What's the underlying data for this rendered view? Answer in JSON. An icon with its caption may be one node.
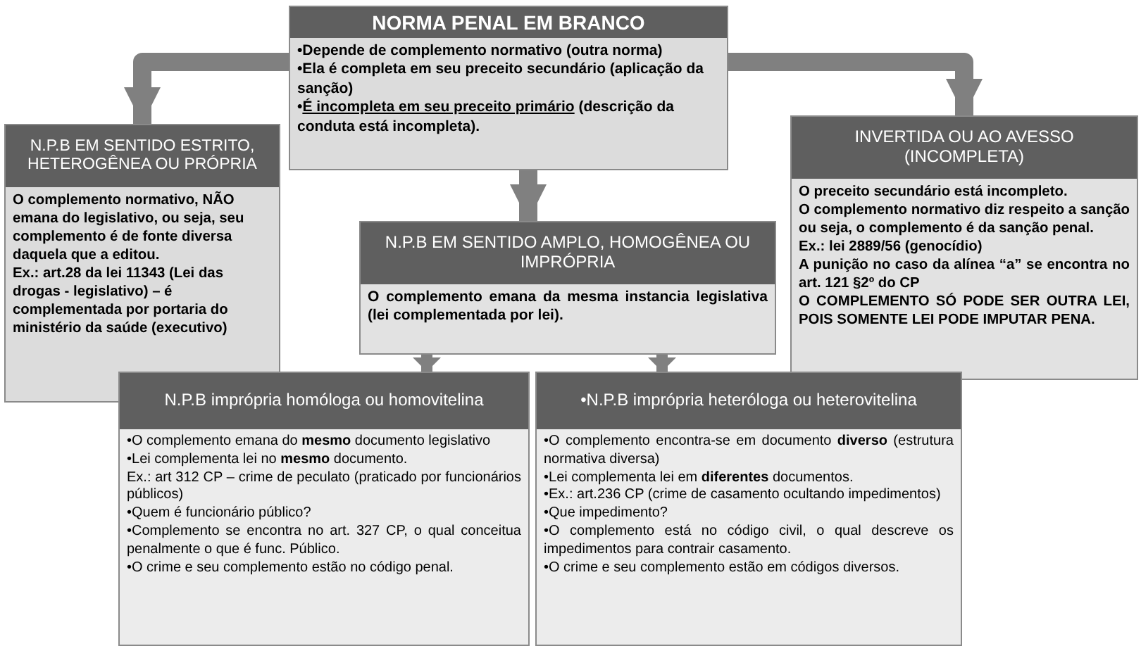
{
  "diagram": {
    "nodes": [
      {
        "text": [
          "NORMA PENAL EM BRANCO",
          "•Depende de complemento normativo (outra norma)",
          "•Ela é completa em seu preceito secundário (aplicação da sanção)",
          "•**É incompleta em seu preceito primário** (descrição da conduta está incompleta)."
        ]
      },
      {
        "text": [
          "N.P.B EM SENTIDO ESTRITO, HETEROGÊNEA OU PRÓPRIA",
          "O complemento normativo, NÃO emana do legislativo, ou seja, seu complemento é de fonte diversa daquela que a editou.",
          "Ex.: art.28 da lei 11343 (Lei das drogas - legislativo) – é complementada por portaria do ministério da saúde (executivo)"
        ]
      },
      {
        "text": [
          "N.P.B EM SENTIDO AMPLO, HOMOGÊNEA OU IMPRÓPRIA",
          "O complemento emana da mesma instancia legislativa (lei complementada por lei)."
        ]
      },
      {
        "text": [
          "INVERTIDA OU AO AVESSO (INCOMPLETA)",
          "O preceito secundário está incompleto.",
          "O complemento normativo diz respeito a sanção ou seja, o complemento é da sanção penal.",
          "Ex.: lei 2889/56 (genocídio)",
          "A punição no caso da alínea “a” se encontra no art. 121 §2º do CP",
          "O COMPLEMENTO SÓ PODE SER OUTRA LEI, POIS SOMENTE LEI PODE IMPUTAR PENA."
        ]
      },
      {
        "text": [
          "N.P.B imprópria homóloga ou homovitelina",
          "•O complemento emana do **mesmo** documento legislativo",
          "•Lei complementa lei no **mesmo** documento.",
          "Ex.: art 312 CP – crime de peculato (praticado por funcionários públicos)",
          "•Quem é funcionário público?",
          "•Complemento se encontra no art. 327 CP, o qual conceitua penalmente o que é func. Público.",
          "•O crime e seu complemento estão no código penal."
        ]
      },
      {
        "text": [
          "•N.P.B imprópria heteróloga ou heterovitelina",
          "•O complemento encontra-se em documento **diverso** (estrutura normativa diversa)",
          "•Lei complementa lei em **diferentes** documentos.",
          "•Ex.: art.236 CP (crime de casamento ocultando impedimentos)",
          "•Que impedimento?",
          "•O complemento está no código civil, o qual descreve os impedimentos para contrair casamento.",
          "•O crime e seu complemento estão em códigos diversos."
        ]
      }
    ],
    "edges": [
      {
        "from": 0,
        "to": 1,
        "arrow": "to"
      },
      {
        "from": 0,
        "to": 3,
        "arrow": "to"
      },
      {
        "from": 0,
        "to": 2,
        "arrow": "to"
      },
      {
        "from": 2,
        "to": 4,
        "arrow": "to"
      },
      {
        "from": 2,
        "to": 5,
        "arrow": "to"
      }
    ]
  }
}
